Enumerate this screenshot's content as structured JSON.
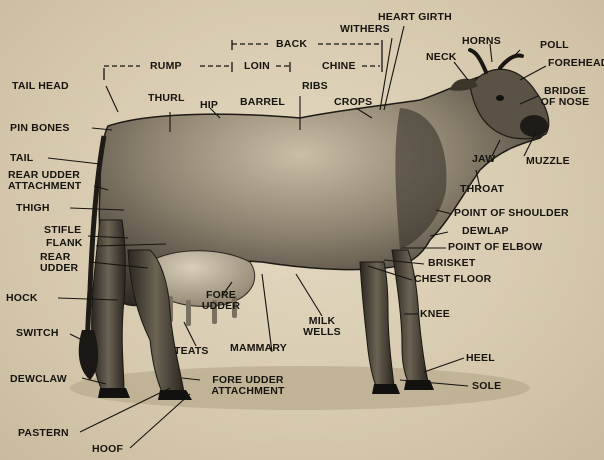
{
  "labels": {
    "heart_girth": "HEART GIRTH",
    "withers": "WITHERS",
    "back": "BACK",
    "horns": "HORNS",
    "poll": "POLL",
    "neck": "NECK",
    "forehead": "FOREHEAD",
    "rump": "RUMP",
    "loin": "LOIN",
    "chine": "CHINE",
    "tail_head": "TAIL HEAD",
    "ribs": "RIBS",
    "bridge_of_nose_1": "BRIDGE",
    "bridge_of_nose_2": "OF NOSE",
    "thurl": "THURL",
    "hip": "HIP",
    "barrel": "BARREL",
    "crops": "CROPS",
    "pin_bones": "PIN BONES",
    "tail": "TAIL",
    "jaw": "JAW",
    "muzzle": "MUZZLE",
    "rear_udder_attachment_1": "REAR UDDER",
    "rear_udder_attachment_2": "ATTACHMENT",
    "throat": "THROAT",
    "thigh": "THIGH",
    "point_of_shoulder": "POINT OF SHOULDER",
    "stifle": "STIFLE",
    "dewlap": "DEWLAP",
    "flank": "FLANK",
    "point_of_elbow": "POINT OF ELBOW",
    "rear_udder_1": "REAR",
    "rear_udder_2": "UDDER",
    "brisket": "BRISKET",
    "chest_floor": "CHEST FLOOR",
    "hock": "HOCK",
    "fore_udder_1": "FORE",
    "fore_udder_2": "UDDER",
    "knee": "KNEE",
    "milk_wells_1": "MILK",
    "milk_wells_2": "WELLS",
    "switch": "SWITCH",
    "teats": "TEATS",
    "mammary": "MAMMARY",
    "heel": "HEEL",
    "dewclaw": "DEWCLAW",
    "fore_udder_attachment_1": "FORE UDDER",
    "fore_udder_attachment_2": "ATTACHMENT",
    "sole": "SOLE",
    "pastern": "PASTERN",
    "hoof": "HOOF"
  },
  "colors": {
    "background": "#d8ccb2",
    "ink": "#161410",
    "hide_dark": "#3a342c",
    "hide_mid": "#6f6656",
    "hide_light": "#b9ad95"
  }
}
